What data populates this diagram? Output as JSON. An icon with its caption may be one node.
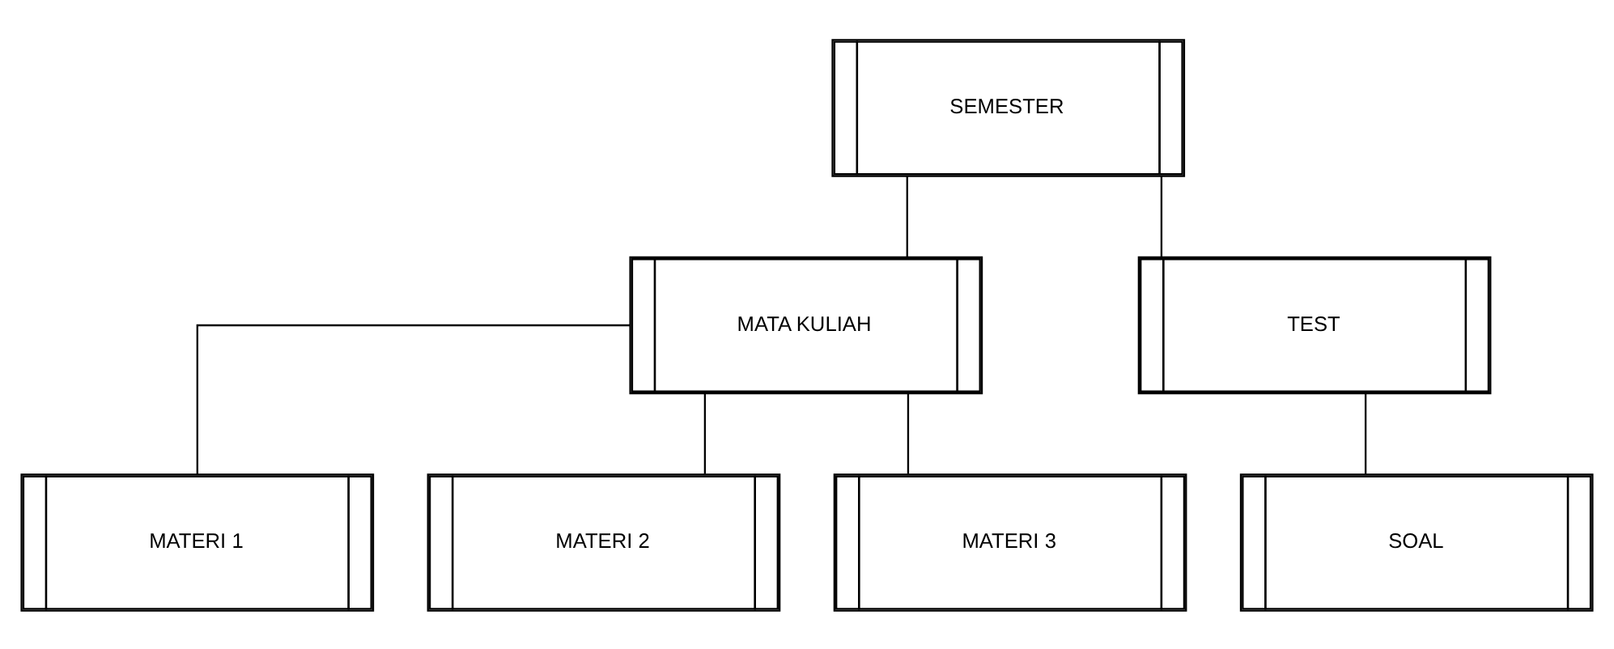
{
  "diagram": {
    "nodes": [
      {
        "text": [
          "SEMESTER"
        ]
      },
      {
        "text": [
          "MATA KULIAH"
        ]
      },
      {
        "text": [
          "TEST"
        ]
      },
      {
        "text": [
          "MATERI 1"
        ]
      },
      {
        "text": [
          "MATERI 2"
        ]
      },
      {
        "text": [
          "MATERI 3"
        ]
      },
      {
        "text": [
          "SOAL"
        ]
      }
    ],
    "edges": [
      {
        "from": 0,
        "to": 1,
        "arrow": "none"
      },
      {
        "from": 0,
        "to": 2,
        "arrow": "none"
      },
      {
        "from": 1,
        "to": 3,
        "arrow": "none"
      },
      {
        "from": 1,
        "to": 4,
        "arrow": "none"
      },
      {
        "from": 1,
        "to": 5,
        "arrow": "none"
      },
      {
        "from": 2,
        "to": 6,
        "arrow": "none"
      }
    ]
  }
}
